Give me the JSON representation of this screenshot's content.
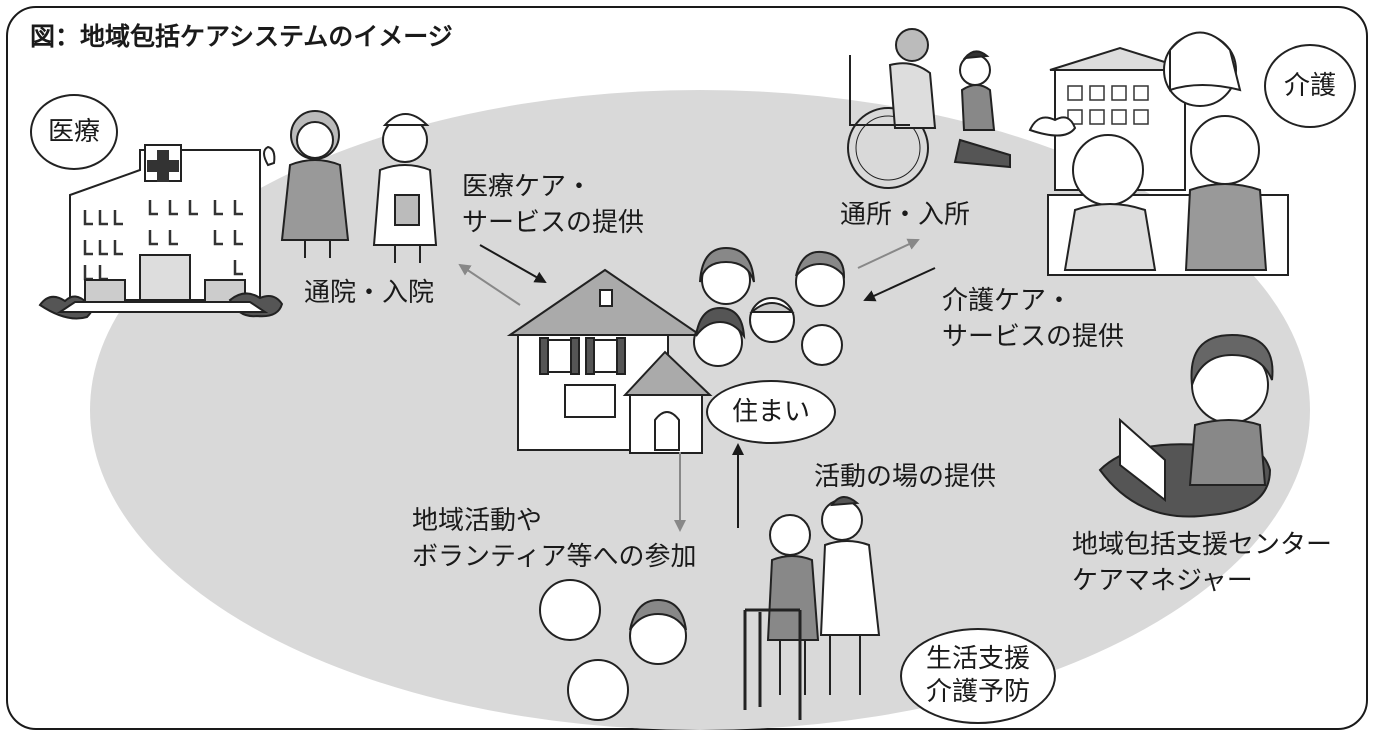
{
  "title": "図：地域包括ケアシステムのイメージ",
  "badges": {
    "medical": "医療",
    "care": "介護",
    "home": "住まい",
    "livelihood_line1": "生活支援",
    "livelihood_line2": "介護予防"
  },
  "labels": {
    "outpatient": "通院・入院",
    "medical_care_line1": "医療ケア・",
    "medical_care_line2": "サービスの提供",
    "daycare": "通所・入所",
    "nursing_care_line1": "介護ケア・",
    "nursing_care_line2": "サービスの提供",
    "activity_place": "活動の場の提供",
    "community_line1": "地域活動や",
    "community_line2": "ボランティア等への参加",
    "center_line1": "地域包括支援センター",
    "center_line2": "ケアマネジャー"
  },
  "icons": [
    "hospital-illustration",
    "doctor-nurse-illustration",
    "wheelchair-illustration",
    "nursing-home-illustration",
    "house-illustration",
    "family-faces-illustration",
    "care-manager-illustration",
    "elderly-walker-illustration",
    "elderly-faces-illustration"
  ],
  "colors": {
    "area_fill": "#d9d9d9",
    "line": "#1a1a1a",
    "arrow_gray": "#888888"
  }
}
